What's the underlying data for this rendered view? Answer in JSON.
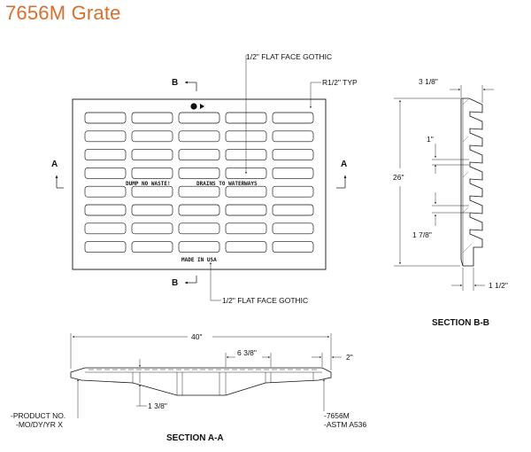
{
  "title": "7656M Grate",
  "plan_view": {
    "label_text_top": "1/2\" FLAT FACE GOTHIC",
    "label_radius": "R1/2\" TYP",
    "label_text_bottom": "1/2\" FLAT FACE GOTHIC",
    "embossed_left": "DUMP NO WASTE!",
    "embossed_right": "DRAINS TO WATERWAYS",
    "embossed_bottom": "MADE IN USA",
    "section_marks": {
      "top": "B",
      "bottom": "B",
      "left": "A",
      "right": "A"
    },
    "slot_rows": 8,
    "slot_columns": 5
  },
  "section_bb": {
    "title": "SECTION B-B",
    "dim_width": "3 1/8\"",
    "dim_height": "26\"",
    "dim_bar_spacing": "1\"",
    "dim_gap": "1 7/8\"",
    "dim_base": "1 1/2\""
  },
  "section_aa": {
    "title": "SECTION A-A",
    "dim_length": "40\"",
    "dim_center": "6 3/8\"",
    "dim_end": "2\"",
    "dim_depth": "1 3/8\"",
    "note_left_line1": "-PRODUCT NO.",
    "note_left_line2": "-MO/DY/YR X",
    "note_right_line1": "-7656M",
    "note_right_line2": "-ASTM A536"
  }
}
